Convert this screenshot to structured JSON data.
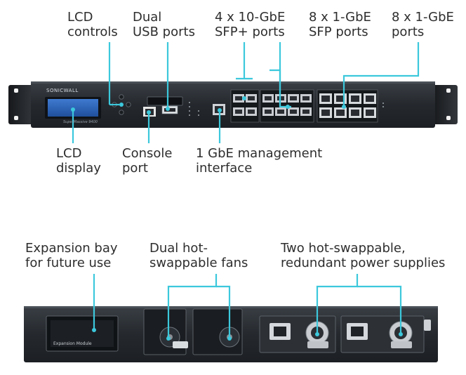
{
  "front": {
    "labels": {
      "lcd_controls": [
        "LCD",
        "controls"
      ],
      "dual_usb": [
        "Dual",
        "USB ports"
      ],
      "sfp_plus": [
        "4 x 10-GbE",
        "SFP+ ports"
      ],
      "sfp": [
        "8 x 1-GbE",
        "SFP ports"
      ],
      "copper": [
        "8 x 1-GbE",
        "ports"
      ],
      "lcd_display": [
        "LCD",
        "display"
      ],
      "console": [
        "Console",
        "port"
      ],
      "mgmt": [
        "1 GbE management",
        "interface"
      ]
    },
    "device": {
      "brand": "SONICWALL",
      "model": "SuperMassive 9400"
    }
  },
  "rear": {
    "labels": {
      "expansion": [
        "Expansion bay",
        "for future use"
      ],
      "fans": [
        "Dual hot-",
        "swappable fans"
      ],
      "psu": [
        "Two hot-swappable,",
        "redundant power supplies"
      ]
    },
    "device": {
      "expansion_module": "Expansion Module"
    }
  },
  "colors": {
    "callout": "#3cc8dc",
    "chassis": "#2a2e33",
    "lcd": "#2b5fb3",
    "text": "#2e2e2e"
  }
}
